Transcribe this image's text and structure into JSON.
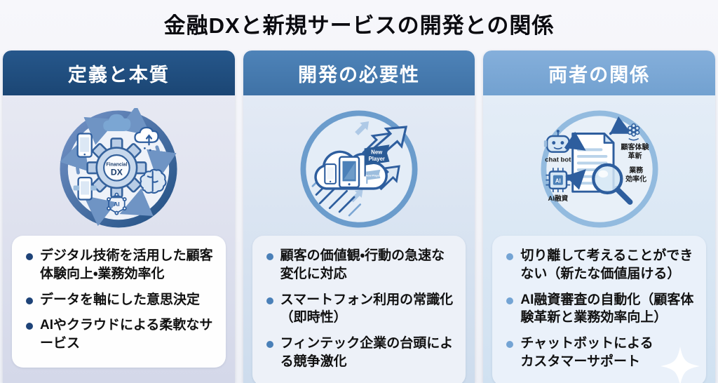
{
  "title": "金融DXと新規サービスの開発との関係",
  "colors": {
    "header_col1": "#1f4e80",
    "header_col2": "#4478ae",
    "header_col3": "#7ba8d6",
    "bullet_col1": "#1e4378",
    "bullet_col2": "#4a80b8",
    "bullet_col3": "#74a4d4",
    "body_col1": "#dde0ee",
    "body_col2": "#d8e2f0",
    "body_col3": "#d9e6f3",
    "text": "#111111"
  },
  "columns": [
    {
      "header": "定義と本質",
      "icon": "financial-dx-cycle-icon",
      "icon_parts": [
        "gear-icon",
        "smartphone-icon",
        "cloud-icon",
        "cloud-upload-icon",
        "brain-icon",
        "ai-network-icon",
        "cycle-arrows-icon"
      ],
      "icon_labels": {
        "center_line1": "Financial",
        "center_line2": "DX",
        "hex": "AI"
      },
      "bullets": [
        "デジタル技術を活用した顧客体験向上・業務効率化",
        "データを軸にした意思決定",
        "AIやクラウドによる柔軟なサービス"
      ]
    },
    {
      "header": "開発の必要性",
      "icon": "new-player-growth-icon",
      "icon_parts": [
        "cloud-icon",
        "smartphone-icon",
        "new-player-flag-icon",
        "growth-arrows-icon",
        "speed-lines-icon"
      ],
      "icon_labels": {
        "flag_line1": "New",
        "flag_line2": "Player",
        "small_flag": "New Player"
      },
      "bullets": [
        "顧客の価値観・行動の急速な変化に対応",
        "スマートフォン利用の常識化（即時性）",
        "フィンテック企業の台頭による競争激化"
      ]
    },
    {
      "header": "両者の関係",
      "icon": "dx-service-relation-icon",
      "icon_parts": [
        "chatbot-icon",
        "ai-chip-icon",
        "document-icon",
        "magnifier-icon",
        "flower-icon",
        "sparkle-icon"
      ],
      "icon_labels": {
        "chatbot": "chat bot",
        "chip": "AI",
        "chip_label": "AI融資",
        "cx_line1": "顧客体験",
        "cx_line2": "革新",
        "biz_line1": "業務",
        "biz_line2": "効率化"
      },
      "bullets": [
        "切り離して考えることができない（新たな価値届ける）",
        "AI融資審査の自動化（顧客体験革新と業務効率向上）",
        "チャットボットによる\nカスタマーサポート"
      ]
    }
  ]
}
